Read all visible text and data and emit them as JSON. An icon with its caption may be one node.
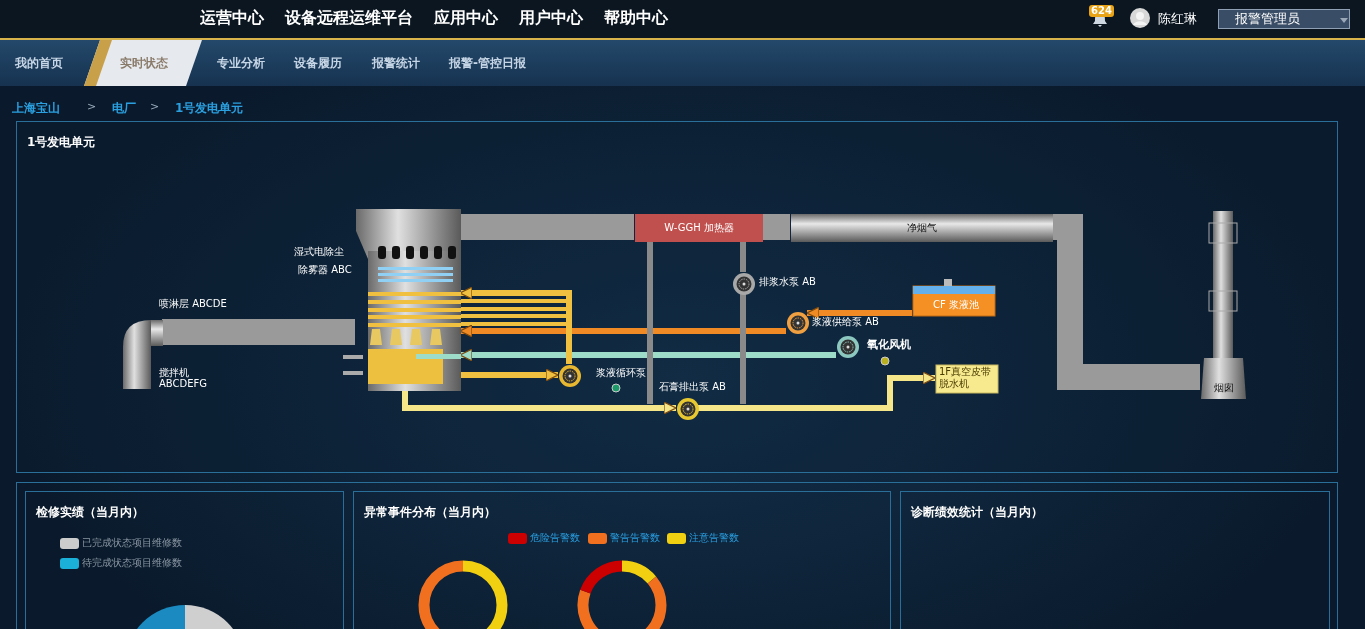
{
  "diagram": {
    "nodes": [
      {
        "text": [
          "1号发电单元"
        ]
      },
      {
        "text": [],
        "shape": "cylinder",
        "in": 0,
        "beside": [
          "湿式电除尘",
          "除雾器 ABC"
        ]
      },
      {
        "text": [],
        "shape": "cylinder",
        "in": 0,
        "beside": [
          "喷淋层 ABCDE",
          "搅拌机 ABCDEFG"
        ]
      },
      {
        "text": [
          "W-GGH 加热器"
        ],
        "in": 0
      },
      {
        "text": [
          "净烟气"
        ],
        "in": 0
      },
      {
        "text": [
          "烟囱"
        ],
        "in": 0
      },
      {
        "text": [],
        "shape": "circle",
        "in": 0,
        "beside": [
          "排浆水泵 AB"
        ]
      },
      {
        "text": [
          "CF 浆液池"
        ],
        "in": 0
      },
      {
        "text": [],
        "shape": "circle",
        "in": 0,
        "beside": [
          "浆液供给泵 AB"
        ]
      },
      {
        "text": [],
        "shape": "circle",
        "in": 0,
        "beside": [
          "氧化风机"
        ]
      },
      {
        "text": [],
        "shape": "circle",
        "in": 0,
        "beside": [
          "浆液循环泵"
        ]
      },
      {
        "text": [],
        "shape": "circle",
        "in": 0,
        "beside": [
          "石膏排出泵 AB"
        ]
      },
      {
        "text": [
          "1F真空皮带脱水机"
        ],
        "in": 0
      },
      {
        "text": [
          "检修实绩（当月内）"
        ]
      },
      {
        "text": [
          "异常事件分布（当月内）"
        ]
      },
      {
        "text": [
          "诊断绩效统计（当月内）"
        ]
      }
    ],
    "edges": [
      {
        "from": 2,
        "to": 1,
        "arrow": "none",
        "style": "thick",
        "color": "#9a9a9a"
      },
      {
        "from": 1,
        "to": 3,
        "arrow": "none",
        "style": "thick",
        "color": "#9a9a9a"
      },
      {
        "from": 3,
        "to": 4,
        "arrow": "none",
        "style": "thick",
        "color": "#9a9a9a"
      },
      {
        "from": 4,
        "to": 5,
        "arrow": "none",
        "style": "thick",
        "color": "#9a9a9a"
      },
      {
        "from": 7,
        "to": 8,
        "arrow": "to",
        "color": "#f08a24"
      },
      {
        "from": 8,
        "to": 1,
        "arrow": "to",
        "color": "#f08a24"
      },
      {
        "from": 9,
        "to": 1,
        "arrow": "to",
        "color": "#9ddcc8"
      },
      {
        "from": 1,
        "to": 10,
        "arrow": "to",
        "color": "#f0c040"
      },
      {
        "from": 10,
        "to": 1,
        "arrow": "to",
        "color": "#f0c040"
      },
      {
        "from": 1,
        "to": 11,
        "arrow": "to",
        "color": "#f5e68a"
      },
      {
        "from": 11,
        "to": 12,
        "arrow": "to",
        "color": "#f5e68a"
      },
      {
        "from": 6,
        "to": 3,
        "arrow": "none",
        "color": "#8a8a8a"
      },
      {
        "from": 3,
        "to": 11,
        "arrow": "none",
        "color": "#8a8a8a"
      },
      {
        "from": 6,
        "to": 11,
        "arrow": "none",
        "color": "#8a8a8a"
      }
    ],
    "labels": [
      "运营中心",
      "设备远程运维平台",
      "应用中心",
      "用户中心",
      "帮助中心",
      "624",
      "陈红琳",
      "报警管理员",
      "我的首页",
      "实时状态",
      "专业分析",
      "设备履历",
      "报警统计",
      "报警-管控日报",
      "上海宝山",
      ">",
      "电厂",
      ">",
      "1号发电单元"
    ],
    "legend": [
      {
        "text": "已完成状态项目维修数",
        "color": "#cccccc"
      },
      {
        "text": "待完成状态项目维修数",
        "color": "#1ab0d8"
      },
      {
        "text": "危险告警数",
        "color": "#cc0000"
      },
      {
        "text": "警告告警数",
        "color": "#f07020"
      },
      {
        "text": "注意告警数",
        "color": "#f0d010"
      }
    ]
  }
}
